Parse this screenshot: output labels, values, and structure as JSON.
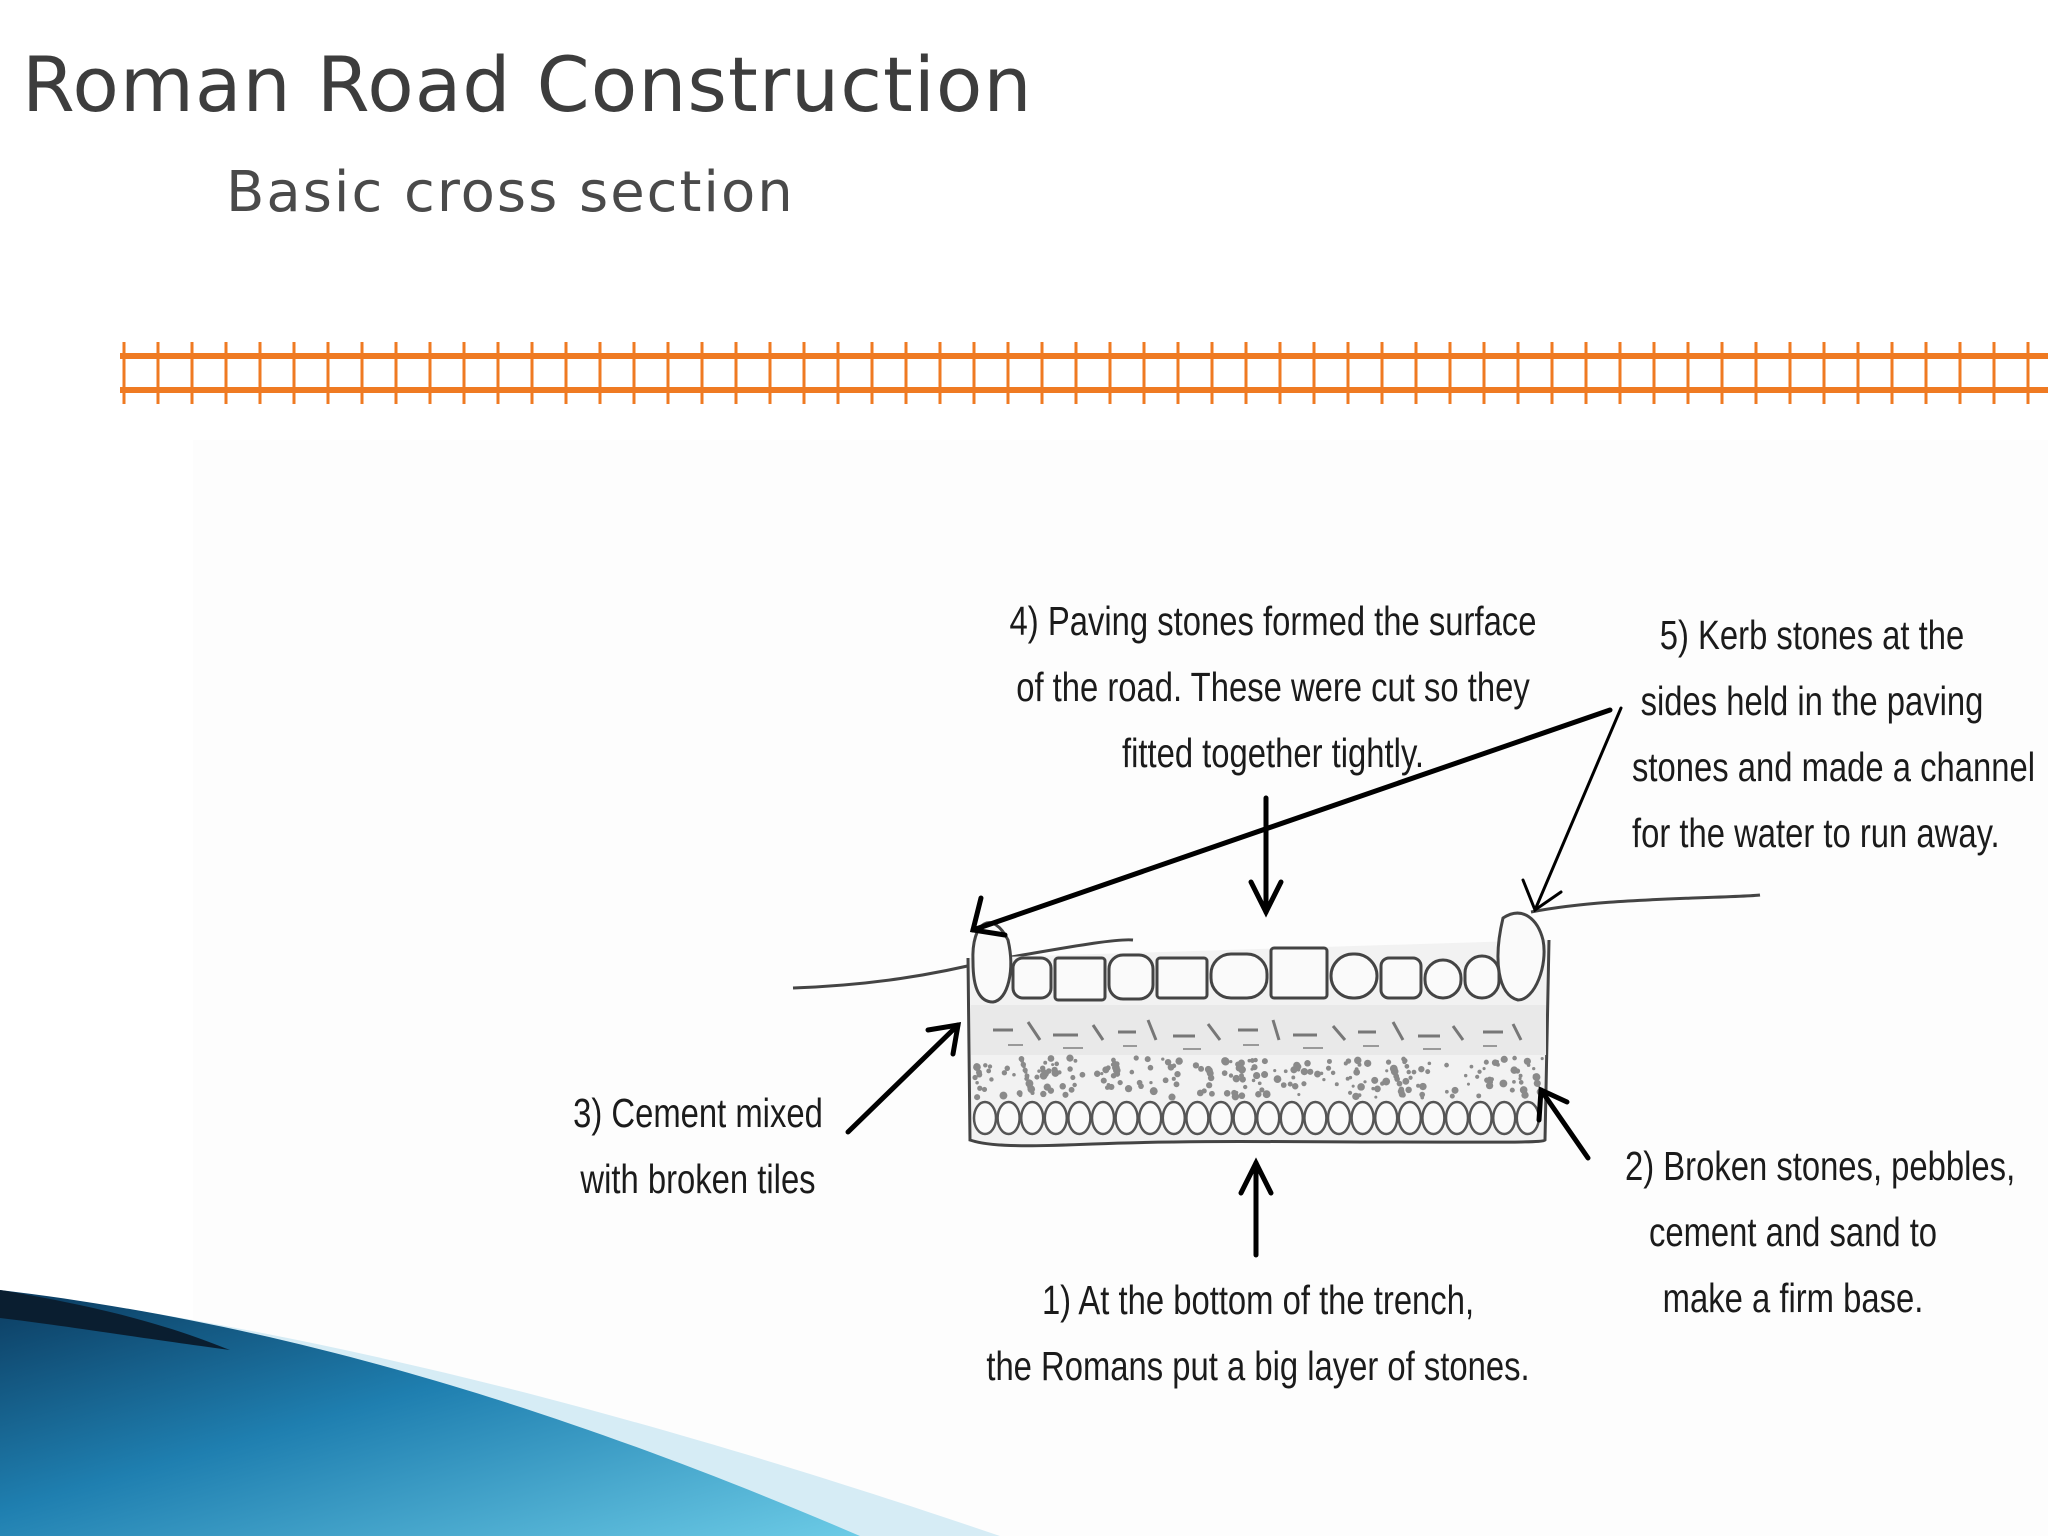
{
  "slide": {
    "title": "Roman Road Construction",
    "subtitle": "Basic cross section"
  },
  "callouts": {
    "step1": {
      "line1": "1) At the bottom of the trench,",
      "line2": "the Romans put a big layer of stones."
    },
    "step2": {
      "line1": "2) Broken stones, pebbles,",
      "line2": "cement and sand to",
      "line3": "make a firm base."
    },
    "step3": {
      "line1": "3) Cement mixed",
      "line2": "with broken tiles"
    },
    "step4": {
      "line1": "4) Paving stones formed the surface",
      "line2": "of the road. These were cut so they",
      "line3": "fitted together tightly."
    },
    "step5": {
      "line1": "5) Kerb stones at the",
      "line2": "sides held in the paving",
      "line3": "stones and made a channel",
      "line4": "for the water to run away."
    }
  },
  "colors": {
    "accent_rule": "#ef7a22",
    "swoosh_dark": "#0b3a5e",
    "swoosh_light": "#5ec2e2"
  }
}
